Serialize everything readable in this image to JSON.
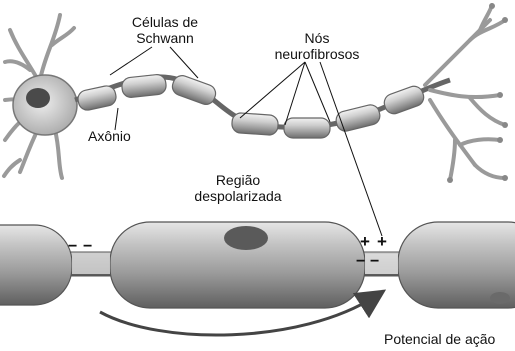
{
  "labels": {
    "schwann_line1": "Células de",
    "schwann_line2": "Schwann",
    "nodes_line1": "Nós",
    "nodes_line2": "neurofibrosos",
    "axon": "Axônio",
    "depol_line1": "Região",
    "depol_line2": "despolarizada",
    "action_potential": "Potencial de ação"
  },
  "signs": {
    "minus": "−",
    "plus": "+"
  }
}
